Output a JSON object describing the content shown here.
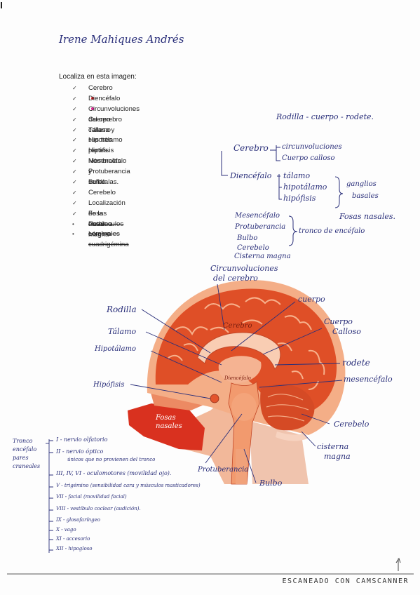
{
  "author": "Irene Mahiques Andrés",
  "intro": "Localiza en esta imagen:",
  "checklist": [
    {
      "mark": "✓",
      "text": "Cerebro",
      "dot": "#e0242a"
    },
    {
      "mark": "✓",
      "text": "Diencéfalo",
      "dot": "#e6249a"
    },
    {
      "mark": "✓",
      "text": "Circunvoluciones del cerebro"
    },
    {
      "mark": "✓",
      "text": "Cuerpo calloso y sus tres partes. Nómbralas y señálalas."
    },
    {
      "mark": "✓",
      "text": "Tálamo"
    },
    {
      "mark": "✓",
      "text": "Hipotálamo"
    },
    {
      "mark": "✓",
      "text": "Hipófisis"
    },
    {
      "mark": "✓",
      "text": "Mesencéfalo"
    },
    {
      "mark": "✓",
      "text": "Protuberancia"
    },
    {
      "mark": "✓",
      "text": "Bulbo"
    },
    {
      "mark": "✓",
      "text": "Cerebelo"
    },
    {
      "mark": "✓",
      "text": "Localización de la cisterna magna"
    },
    {
      "mark": "✓",
      "text": "Fosas nasales"
    },
    {
      "mark": "•",
      "text": "Pedúnculos cerebrales",
      "strike": true
    },
    {
      "mark": "•",
      "text": "Lámina cuadrigémina",
      "strike": true
    }
  ],
  "callosum_parts": "Rodilla - cuerpo - rodete.",
  "notes": {
    "cerebro": "Cerebro",
    "circunvoluciones": "circunvoluciones",
    "cuerpo_calloso": "Cuerpo calloso",
    "diencefalo": "Diencéfalo",
    "talamo": "tálamo",
    "hipotalamo": "hipotálamo",
    "hipofisis": "hipófisis",
    "ganglios": "ganglios",
    "basales": "basales",
    "mesencefalo": "Mesencéfalo",
    "protuberancia": "Protuberancia",
    "bulbo": "Bulbo",
    "tronco": "tronco de encéfalo",
    "cerebelo": "Cerebelo",
    "cisterna": "Cisterna magna",
    "fosas": "Fosas nasales."
  },
  "diagram_labels": {
    "circ_1": "Circunvoluciones",
    "circ_2": "del cerebro",
    "cuerpo": "cuerpo",
    "rodilla": "Rodilla",
    "cuerpo_calloso_1": "Cuerpo",
    "cuerpo_calloso_2": "Calloso",
    "talamo": "Tálamo",
    "rodete": "rodete",
    "hipotalamo": "Hipotálamo",
    "mesencefalo": "mesencéfalo",
    "hipofisis": "Hipófisis",
    "cerebro_in": "Cerebro",
    "diencefalo_in": "Diencéfalo",
    "fosas_1": "Fosas",
    "fosas_2": "nasales",
    "cerebelo": "Cerebelo",
    "cisterna_1": "cisterna",
    "cisterna_2": "magna",
    "protuberancia": "Protuberancia",
    "bulbo": "Bulbo"
  },
  "cranial": {
    "heading": [
      "Tronco",
      "encéfalo",
      "pares",
      "craneales"
    ],
    "nerves": [
      "I - nervio olfatorio",
      "II - nervio óptico",
      "únicos que no provienen del tronco",
      "III, IV, VI - oculomotores (movilidad ojo).",
      "V - trigémino (sensibilidad cara y músculos masticadores)",
      "VII - facial (movilidad facial)",
      "VIII - vestíbulo coclear (audición).",
      "IX - glosofaríngeo",
      "X - vago",
      "XI - accesorio",
      "XII - hipogloso"
    ]
  },
  "footer": "ESCANEADO CON CAMSCANNER",
  "colors": {
    "ink": "#2a2f7a",
    "brain": "#e2552a",
    "brain_light": "#f6a77e",
    "red_dot": "#e0242a",
    "pink_dot": "#e6249a"
  }
}
